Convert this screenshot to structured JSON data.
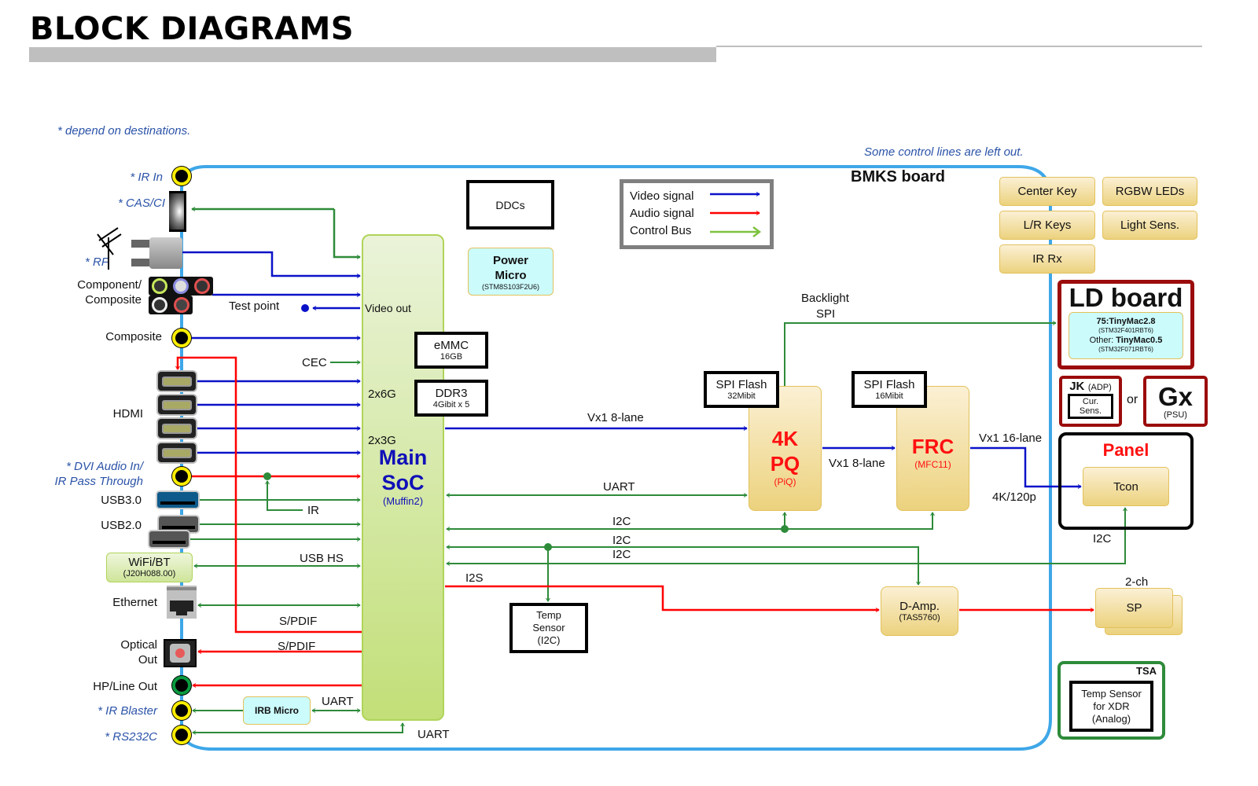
{
  "page": {
    "title": "BLOCK DIAGRAMS",
    "note_destinations": "* depend on destinations.",
    "note_control_lines": "Some control lines are left out.",
    "board_label": "BMKS board"
  },
  "legend": {
    "items": [
      {
        "label": "Video signal",
        "color": "#0000cc"
      },
      {
        "label": "Audio signal",
        "color": "#ff0000"
      },
      {
        "label": "Control Bus",
        "color": "#7fc241"
      }
    ]
  },
  "colors": {
    "video": "#0a12c8",
    "audio": "#ff0000",
    "control": "#2e8b3a",
    "board_outline": "#3ea7e8",
    "soc_fill": "#d4e8a8",
    "ld_board_border": "#9b0b0b"
  },
  "left_ports": [
    {
      "id": "ir-in",
      "label": "* IR In",
      "optional": true
    },
    {
      "id": "cas-ci",
      "label": "* CAS/CI",
      "optional": true
    },
    {
      "id": "rf",
      "label": "* RF",
      "optional": true
    },
    {
      "id": "component",
      "label": "Component/\nComposite",
      "optional": false
    },
    {
      "id": "composite",
      "label": "Composite",
      "optional": false
    },
    {
      "id": "hdmi",
      "label": "HDMI",
      "optional": false
    },
    {
      "id": "dvi-audio",
      "label": "* DVI Audio In/\nIR Pass Through",
      "optional": true
    },
    {
      "id": "usb3",
      "label": "USB3.0",
      "optional": false
    },
    {
      "id": "usb2",
      "label": "USB2.0",
      "optional": false
    },
    {
      "id": "ethernet",
      "label": "Ethernet",
      "optional": false
    },
    {
      "id": "optical",
      "label": "Optical\nOut",
      "optional": false
    },
    {
      "id": "hp-line",
      "label": "HP/Line Out",
      "optional": false
    },
    {
      "id": "ir-blaster",
      "label": "* IR Blaster",
      "optional": true
    },
    {
      "id": "rs232c",
      "label": "* RS232C",
      "optional": true
    }
  ],
  "wifi": {
    "name": "WiFi/BT",
    "part": "(J20H088.00)"
  },
  "soc": {
    "name_line1": "Main",
    "name_line2": "SoC",
    "part": "(Muffin2)",
    "video_out": "Video out",
    "lane_2x6g": "2x6G",
    "lane_2x3g": "2x3G"
  },
  "blocks": {
    "ddcs": "DDCs",
    "power_micro": {
      "line1": "Power",
      "line2": "Micro",
      "part": "(STM8S103F2U6)"
    },
    "emmc": {
      "name": "eMMC",
      "size": "16GB"
    },
    "ddr3": {
      "name": "DDR3",
      "size": "4Gibit x 5"
    },
    "spi_flash_pq": {
      "name": "SPI Flash",
      "size": "32Mibit"
    },
    "spi_flash_frc": {
      "name": "SPI Flash",
      "size": "16Mibit"
    },
    "pq": {
      "line1": "4K",
      "line2": "PQ",
      "part": "(PiQ)"
    },
    "frc": {
      "name": "FRC",
      "part": "(MFC11)"
    },
    "temp_sensor": {
      "line1": "Temp",
      "line2": "Sensor",
      "line3": "(I2C)"
    },
    "damp": {
      "name": "D-Amp.",
      "part": "(TAS5760)"
    },
    "irb_micro": "IRB Micro",
    "center_key": "Center Key",
    "rgbw_leds": "RGBW LEDs",
    "lr_keys": "L/R Keys",
    "light_sens": "Light Sens.",
    "ir_rx": "IR Rx",
    "ld_board": {
      "title": "LD board",
      "line1": "75:TinyMac2.8",
      "line2": "(STM32F401RBT6)",
      "line3_prefix": "Other: ",
      "line3": "TinyMac0.5",
      "line4": "(STM32F071RBT6)"
    },
    "jk": {
      "name": "JK",
      "sub": "(ADP)",
      "inner": "Cur.\nSens."
    },
    "or": "or",
    "gx": {
      "name": "Gx",
      "sub": "(PSU)"
    },
    "panel": {
      "title": "Panel",
      "tcon": "Tcon"
    },
    "sp": {
      "name": "SP",
      "channels": "2-ch"
    },
    "tsa": {
      "title": "TSA",
      "line1": "Temp Sensor",
      "line2": "for XDR",
      "line3": "(Analog)"
    }
  },
  "signal_labels": {
    "test_point": "Test point",
    "cec": "CEC",
    "ir": "IR",
    "usb_hs": "USB HS",
    "spdif_in": "S/PDIF",
    "spdif_out": "S/PDIF",
    "uart_irb": "UART",
    "uart_rs232": "UART",
    "vx1_soc_pq": "Vx1 8-lane",
    "uart_pq": "UART",
    "i2c_1": "I2C",
    "i2c_2": "I2C",
    "i2c_3": "I2C",
    "i2s": "I2S",
    "backlight_spi_1": "Backlight",
    "backlight_spi_2": "SPI",
    "vx1_pq_frc": "Vx1 8-lane",
    "vx1_frc_panel": "Vx1 16-lane",
    "resolution": "4K/120p",
    "i2c_tcon": "I2C"
  }
}
